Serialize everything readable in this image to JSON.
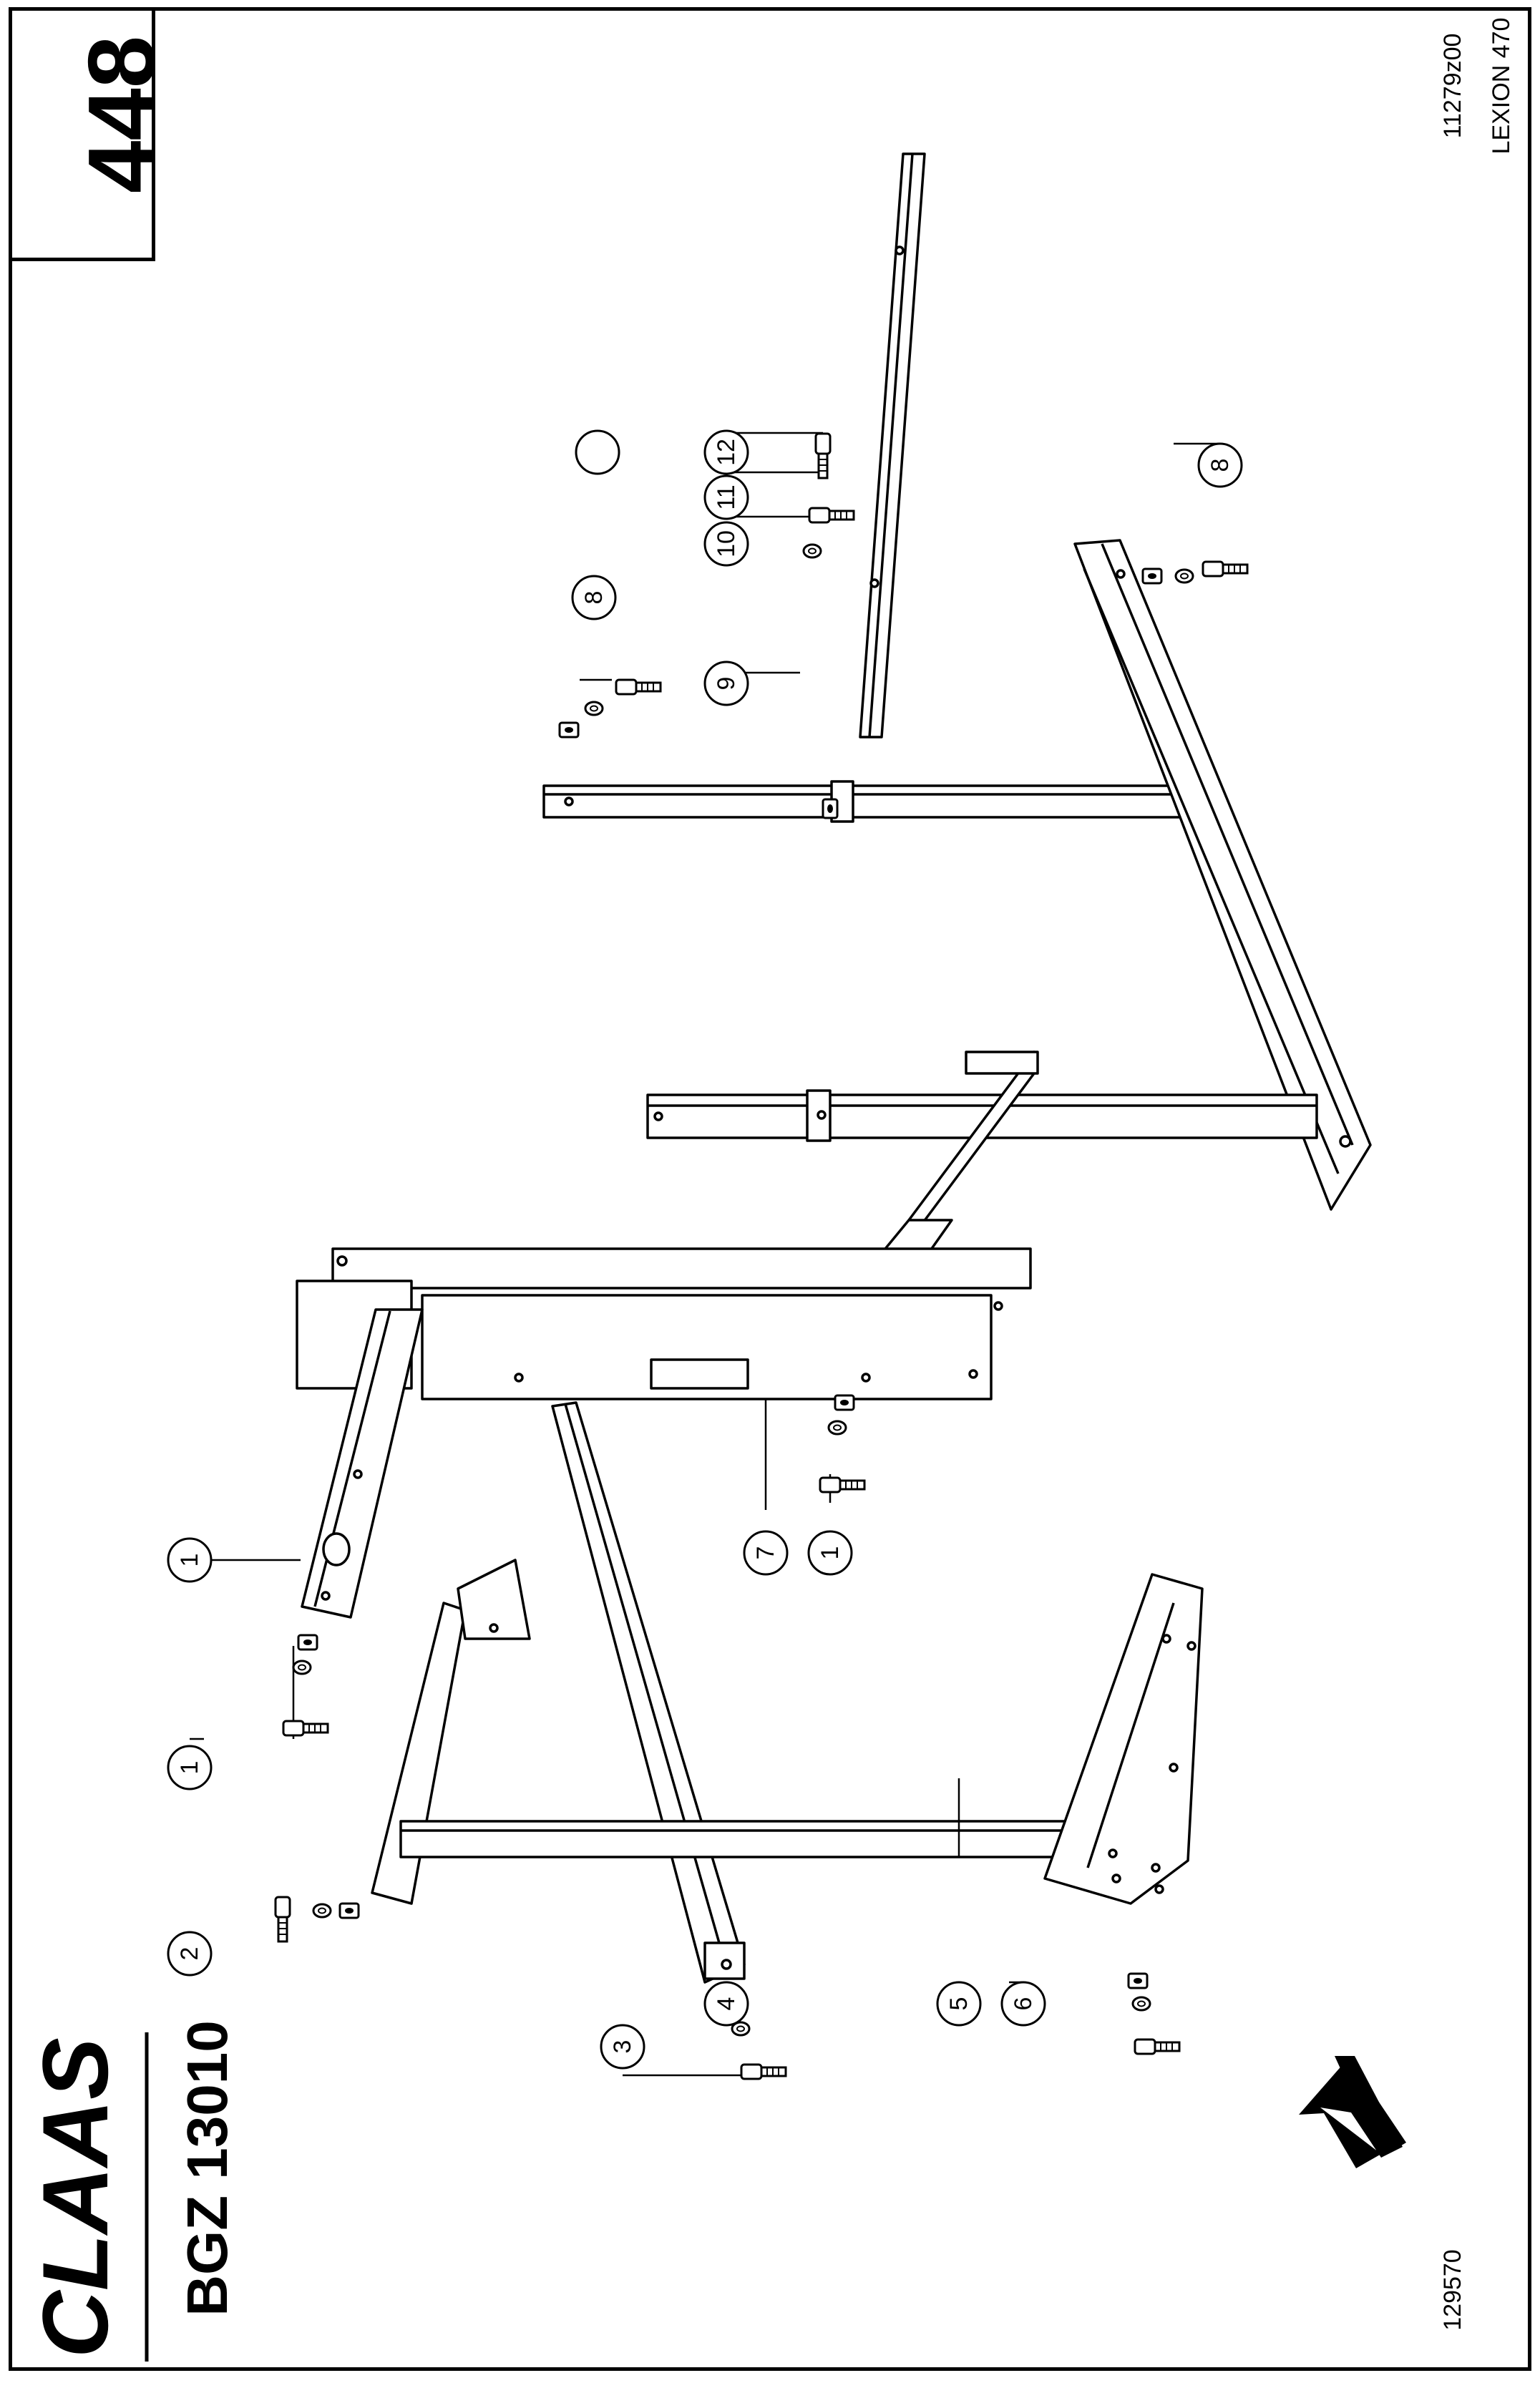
{
  "header": {
    "page_number": "448",
    "drawing_code": "11279z00",
    "model": "LEXION 470",
    "brand": "CLAAS",
    "group_code": "BGZ 13010",
    "figure_number": "129570"
  },
  "callouts": {
    "c1a": "1",
    "c1b": "1",
    "c1c": "1",
    "c2": "2",
    "c3": "3",
    "c4": "4",
    "c5": "5",
    "c6": "6",
    "c7": "7",
    "c8a": "8",
    "c8b": "8",
    "c9": "9",
    "c10": "10",
    "c11": "11",
    "c12": "12"
  },
  "icons": {
    "logo": "claas-logo",
    "arrow": "direction-arrow-icon"
  }
}
